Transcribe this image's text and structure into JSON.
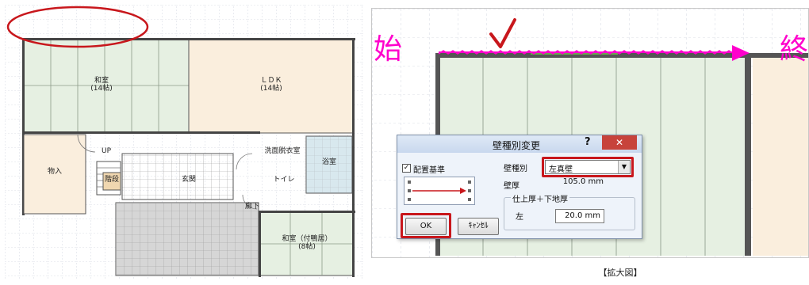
{
  "floor_plan": {
    "rooms": [
      {
        "name": "和室",
        "size": "(14帖)"
      },
      {
        "name": "ＬＤＫ",
        "size": "(14帖)"
      },
      {
        "name": "物入",
        "size": ""
      },
      {
        "name": "UP",
        "size": ""
      },
      {
        "name": "階段",
        "size": ""
      },
      {
        "name": "玄関",
        "size": ""
      },
      {
        "name": "洗面脱衣室",
        "size": ""
      },
      {
        "name": "浴室",
        "size": ""
      },
      {
        "name": "トイレ",
        "size": ""
      },
      {
        "name": "廊下",
        "size": ""
      },
      {
        "name": "和室（付鴨居）",
        "size": "(8帖)"
      }
    ]
  },
  "zoom_view": {
    "start_label": "始",
    "end_label": "終",
    "caption": "【拡大図】"
  },
  "dialog": {
    "title": "壁種別変更",
    "help": "?",
    "close": "✕",
    "placement_label": "配置基準",
    "placement_checked": true,
    "wall_type_label": "壁種別",
    "wall_type_value": "左真壁",
    "thickness_label": "壁厚",
    "thickness_value": "105.0 mm",
    "group_label": "仕上厚＋下地厚",
    "left_label": "左",
    "left_value": "20.0 mm",
    "ok_label": "OK",
    "cancel_label": "ｷｬﾝｾﾙ"
  },
  "colors": {
    "highlight": "#c8171c",
    "magenta": "#ff00cc",
    "tatami": "#e6f0e2",
    "ldk": "#faeedd",
    "bath": "#d8e8ee"
  }
}
